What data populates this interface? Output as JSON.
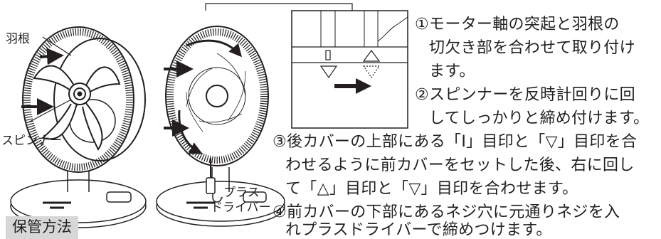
{
  "labels": {
    "blade": "羽根",
    "spinner": "スピンナー",
    "screwdriver_line1": "プラス",
    "screwdriver_line2": "ドライバー"
  },
  "steps": {
    "s1_line1": "①モーター軸の突起と羽根の",
    "s1_line2": "切欠き部を合わせて取り付け",
    "s1_line3": "ます。",
    "s2_line1": "②スピンナーを反時計回りに回",
    "s2_line2": "してしっかりと締め付けます。",
    "s3_line1": "③後カバーの上部にある「I」目印と「▽」目印を合",
    "s3_line2": "わせるように前カバーをセットした後、右に回し",
    "s3_line3": "て「△」目印と「▽」目印を合わせます。",
    "s4_line1": "④前カバーの下部にあるネジ穴に元通りネジを入",
    "s4_line2": "れプラスドライバーで締めつけます。"
  },
  "section_tag": "保管方法",
  "colors": {
    "ink": "#231f20",
    "tag_bg": "#d7d7d7"
  }
}
